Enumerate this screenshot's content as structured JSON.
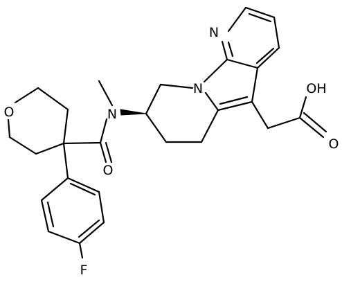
{
  "molecule": {
    "atom_labels": {
      "pyridine_n": "N",
      "indole_n": "N",
      "amide_n": "N",
      "pyran_o": "O",
      "carbonyl_o": "O",
      "acid_oh": "OH",
      "acid_o": "O",
      "fluorine": "F"
    }
  },
  "colors": {
    "bond": "#000000",
    "background": "#ffffff"
  }
}
